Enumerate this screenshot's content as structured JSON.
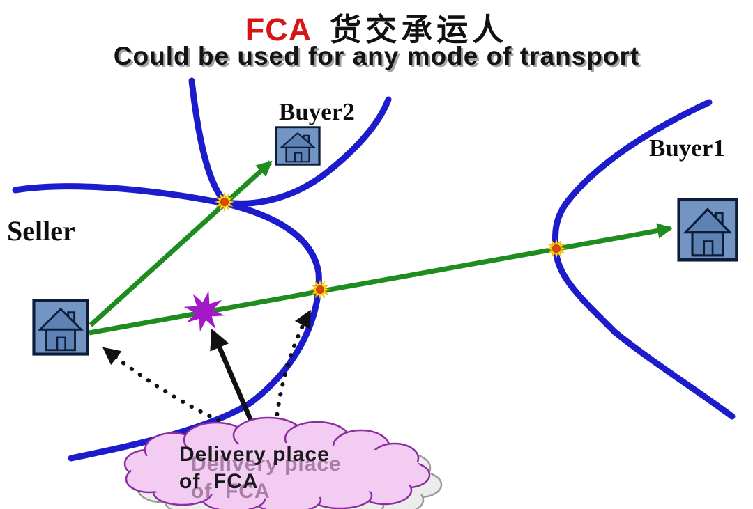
{
  "title": {
    "code": "FCA",
    "cn": "货交承运人"
  },
  "subtitle": "Could be used for any mode of transport",
  "nodes": {
    "seller": {
      "label": "Seller"
    },
    "buyer1": {
      "label": "Buyer1"
    },
    "buyer2": {
      "label": "Buyer2"
    }
  },
  "cloud": {
    "line1": "Delivery place",
    "line2": "of  FCA"
  },
  "colors": {
    "title_code_red": "#d91414",
    "route_blue": "#1c1ccc",
    "transport_green": "#1e8c1e",
    "arrow_black": "#111111",
    "delivery_marker_yellow": "#ffe60a",
    "delivery_marker_core": "#e0470e",
    "fca_point_purple": "#a318c9",
    "cloud_fill": "#f2ccf2",
    "cloud_outline": "#8c2da0",
    "cloud_shadow_fill": "#ececec",
    "house_square_fill": "#7295c3",
    "house_glyph_fill": "#5e82b4"
  }
}
